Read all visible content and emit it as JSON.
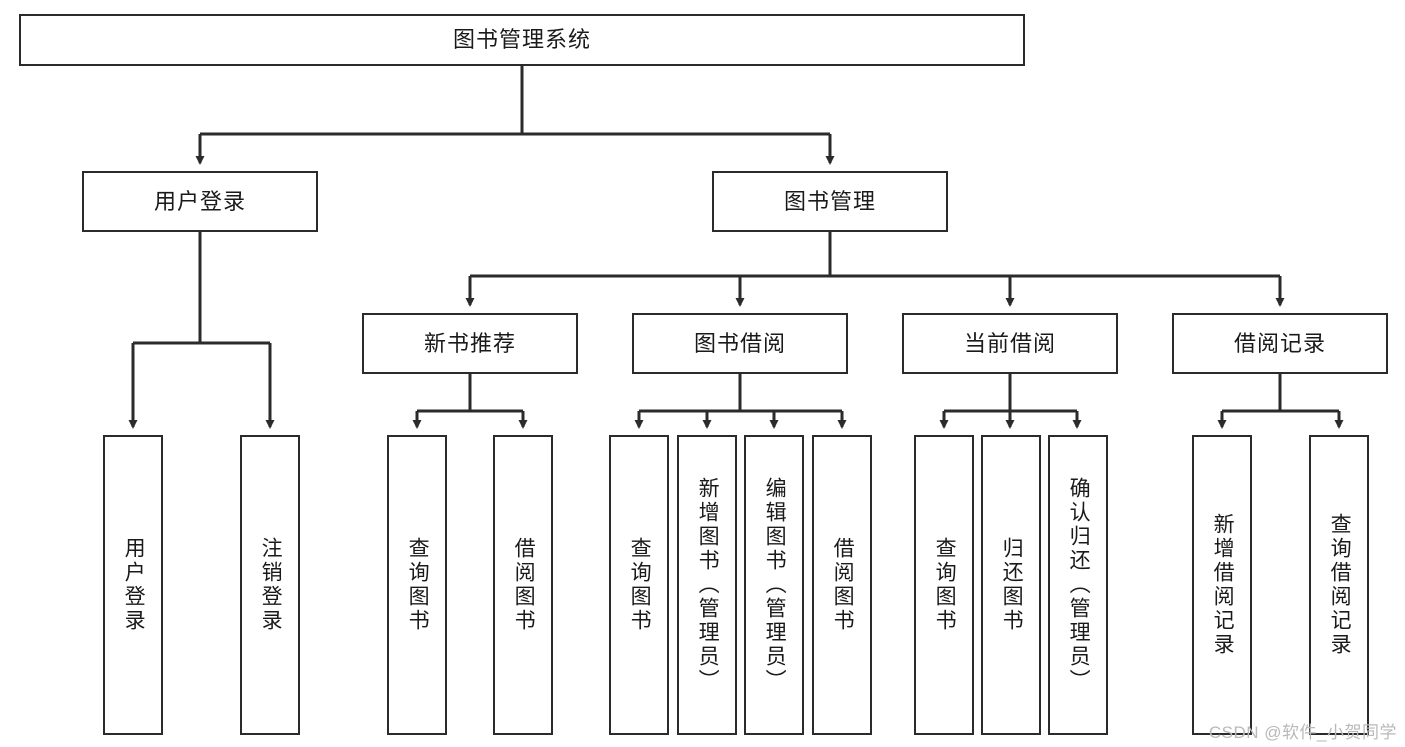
{
  "diagram": {
    "title": "图书管理系统",
    "type": "tree-hierarchy",
    "root": {
      "label": "图书管理系统"
    },
    "level2": [
      {
        "label": "用户登录"
      },
      {
        "label": "图书管理"
      }
    ],
    "level3": [
      {
        "label": "新书推荐"
      },
      {
        "label": "图书借阅"
      },
      {
        "label": "当前借阅"
      },
      {
        "label": "借阅记录"
      }
    ],
    "leaves": {
      "user_login": [
        {
          "label": "用户登录"
        },
        {
          "label": "注销登录"
        }
      ],
      "new_book_recommend": [
        {
          "label": "查询图书"
        },
        {
          "label": "借阅图书"
        }
      ],
      "book_borrow": [
        {
          "label": "查询图书"
        },
        {
          "label": "新增图书（管理员）"
        },
        {
          "label": "编辑图书（管理员）"
        },
        {
          "label": "借阅图书"
        }
      ],
      "current_borrow": [
        {
          "label": "查询图书"
        },
        {
          "label": "归还图书"
        },
        {
          "label": "确认归还（管理员）"
        }
      ],
      "borrow_records": [
        {
          "label": "新增借阅记录"
        },
        {
          "label": "查询借阅记录"
        }
      ]
    }
  },
  "watermark": {
    "text": "CSDN @软件_小贺同学"
  },
  "colors": {
    "stroke": "#2b2b2b",
    "background": "#ffffff",
    "text": "#1a1a1a",
    "watermark": "#b9b9b9"
  }
}
